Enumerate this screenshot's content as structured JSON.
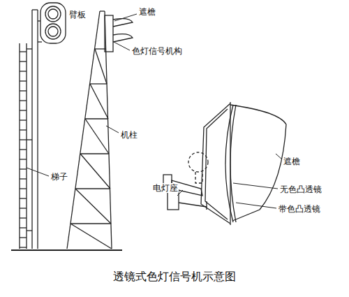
{
  "diagram": {
    "caption": "透镜式色灯信号机示意图",
    "labels": [
      "臂板",
      "遮檐",
      "色灯信号机构",
      "机柱",
      "梯子",
      "电灯座",
      "遮檐",
      "无色凸透镜",
      "带色凸透镜"
    ]
  }
}
